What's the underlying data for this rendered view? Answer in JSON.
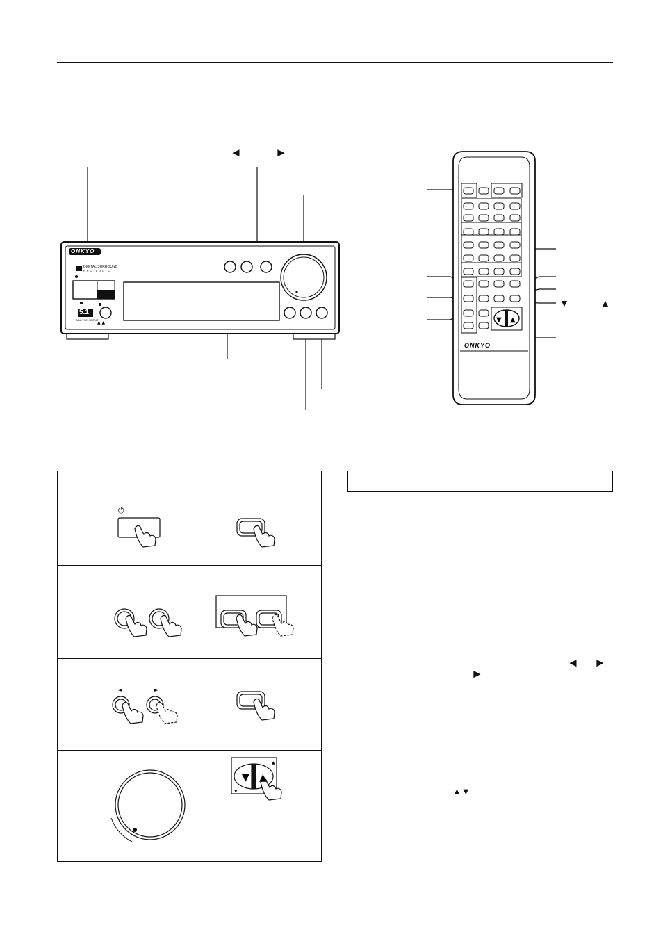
{
  "receiver": {
    "brand": "ONKYO",
    "badge_top": "DIGITAL SURROUND",
    "badge_sub": "PRO LOGIC",
    "display_digits": "5.1",
    "display_caption": "MULTI CH INPUT"
  },
  "callouts": {
    "left_arrow_glyph": "◄",
    "right_arrow_glyph": "►",
    "down_arrow_glyph": "▼",
    "up_arrow_glyph": "▲"
  },
  "remote": {
    "brand": "ONKYO"
  },
  "text_glyphs": {
    "line1_left": "◄",
    "line1_right": "►",
    "line2_right": "►",
    "updown": "▲▼"
  },
  "steps": {
    "standby_symbol": "⏻"
  },
  "colors": {
    "ink": "#111111",
    "paper": "#ffffff"
  }
}
